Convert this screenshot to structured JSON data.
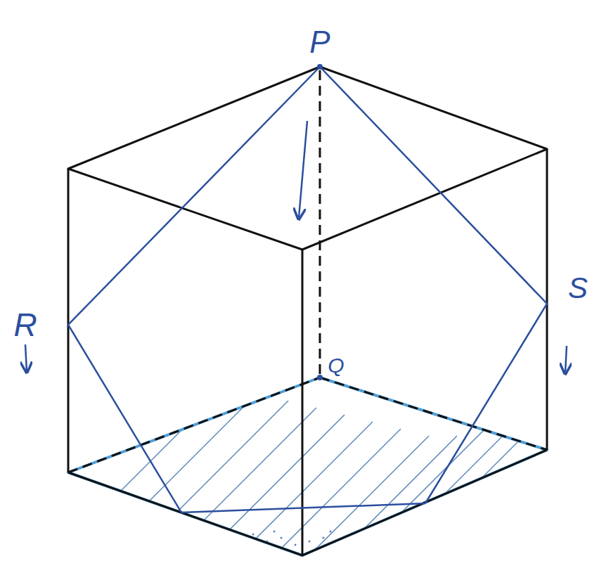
{
  "diagram": {
    "labels": [
      "P",
      "Q",
      "R",
      "S"
    ]
  }
}
